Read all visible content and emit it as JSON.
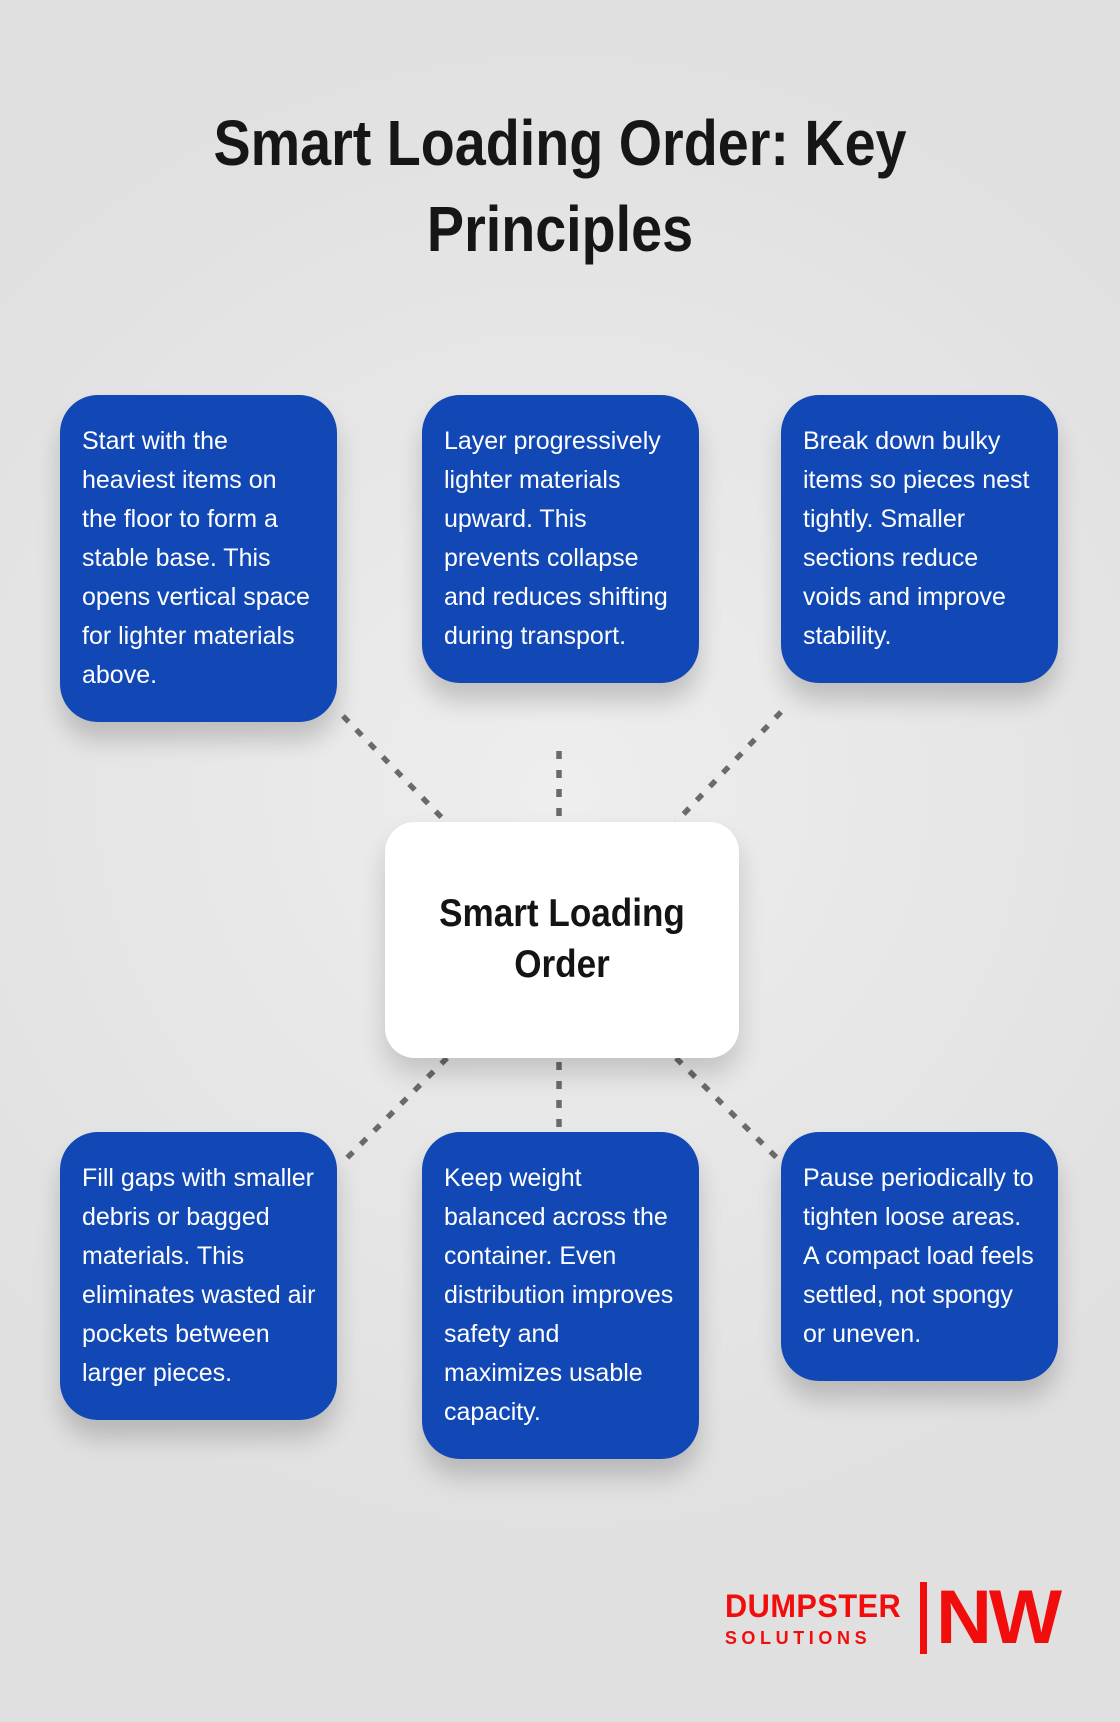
{
  "page": {
    "title": "Smart Loading Order: Key Principles",
    "title_line1": "Smart Loading Order: Key",
    "title_line2": "Principles"
  },
  "diagram": {
    "center_label": "Smart Loading Order",
    "nodes": [
      {
        "position": "top-left",
        "text": "Start with the heaviest items on the floor to form a stable base. This opens vertical space for lighter materials above."
      },
      {
        "position": "top-middle",
        "text": "Layer progressively lighter materials upward. This prevents collapse and reduces shifting during transport."
      },
      {
        "position": "top-right",
        "text": "Break down bulky items so pieces nest tightly. Smaller sections reduce voids and improve stability."
      },
      {
        "position": "bottom-left",
        "text": "Fill gaps with smaller debris or bagged materials. This eliminates wasted air pockets between larger pieces."
      },
      {
        "position": "bottom-middle",
        "text": "Keep weight balanced across the container. Even distribution improves safety and maximizes usable capacity."
      },
      {
        "position": "bottom-right",
        "text": "Pause periodically to tighten loose areas. A compact load feels settled, not spongy or uneven."
      }
    ]
  },
  "branding": {
    "name_line1": "DUMPSTER",
    "name_line2": "SOLUTIONS",
    "suffix": "NW"
  },
  "colors": {
    "node_blue": "#1148B5",
    "logo_red": "#F20D0D",
    "background_gray": "#E6E6E6",
    "connector_gray": "#6A6A6A",
    "title_black": "#161616"
  }
}
